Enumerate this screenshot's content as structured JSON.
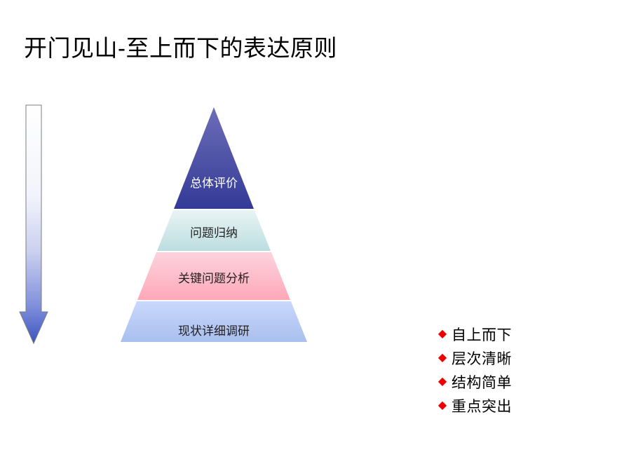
{
  "slide": {
    "title": "开门见山-至上而下的表达原则",
    "background_color": "#ffffff"
  },
  "arrow": {
    "name": "top-down-arrow",
    "direction": "down",
    "gradient_from": "#ffffff",
    "gradient_to": "#3a55bf",
    "border_color": "#7b7b7b"
  },
  "pyramid": {
    "name": "pyramid-diagram",
    "apex_label": "总体评价",
    "layers": [
      {
        "label": "总体评价",
        "level": 1,
        "fill_top": "#6d6eb8",
        "fill_bottom": "#333a96",
        "text_color": "#ffffff"
      },
      {
        "label": "问题归纳",
        "level": 2,
        "fill_top": "#e9f4f4",
        "fill_bottom": "#bcdde0",
        "text_color": "#231f20"
      },
      {
        "label": "关键问题分析",
        "level": 3,
        "fill_top": "#fbd3dd",
        "fill_bottom": "#ffa8b8",
        "text_color": "#231f20"
      },
      {
        "label": "现状详细调研",
        "level": 4,
        "fill_top": "#c9d8fc",
        "fill_bottom": "#a9bfee",
        "text_color": "#231f20"
      }
    ]
  },
  "bullets": {
    "marker_glyph": "◆",
    "marker_color": "#ee0000",
    "items": [
      {
        "label": "自上而下"
      },
      {
        "label": "层次清晰"
      },
      {
        "label": "结构简单"
      },
      {
        "label": "重点突出"
      }
    ]
  },
  "chart_data": {
    "type": "pyramid",
    "title": "开门见山-至上而下的表达原则",
    "categories": [
      "总体评价",
      "问题归纳",
      "关键问题分析",
      "现状详细调研"
    ],
    "values": [
      1,
      2,
      3,
      4
    ],
    "notes": [
      "自上而下",
      "层次清晰",
      "结构简单",
      "重点突出"
    ]
  }
}
